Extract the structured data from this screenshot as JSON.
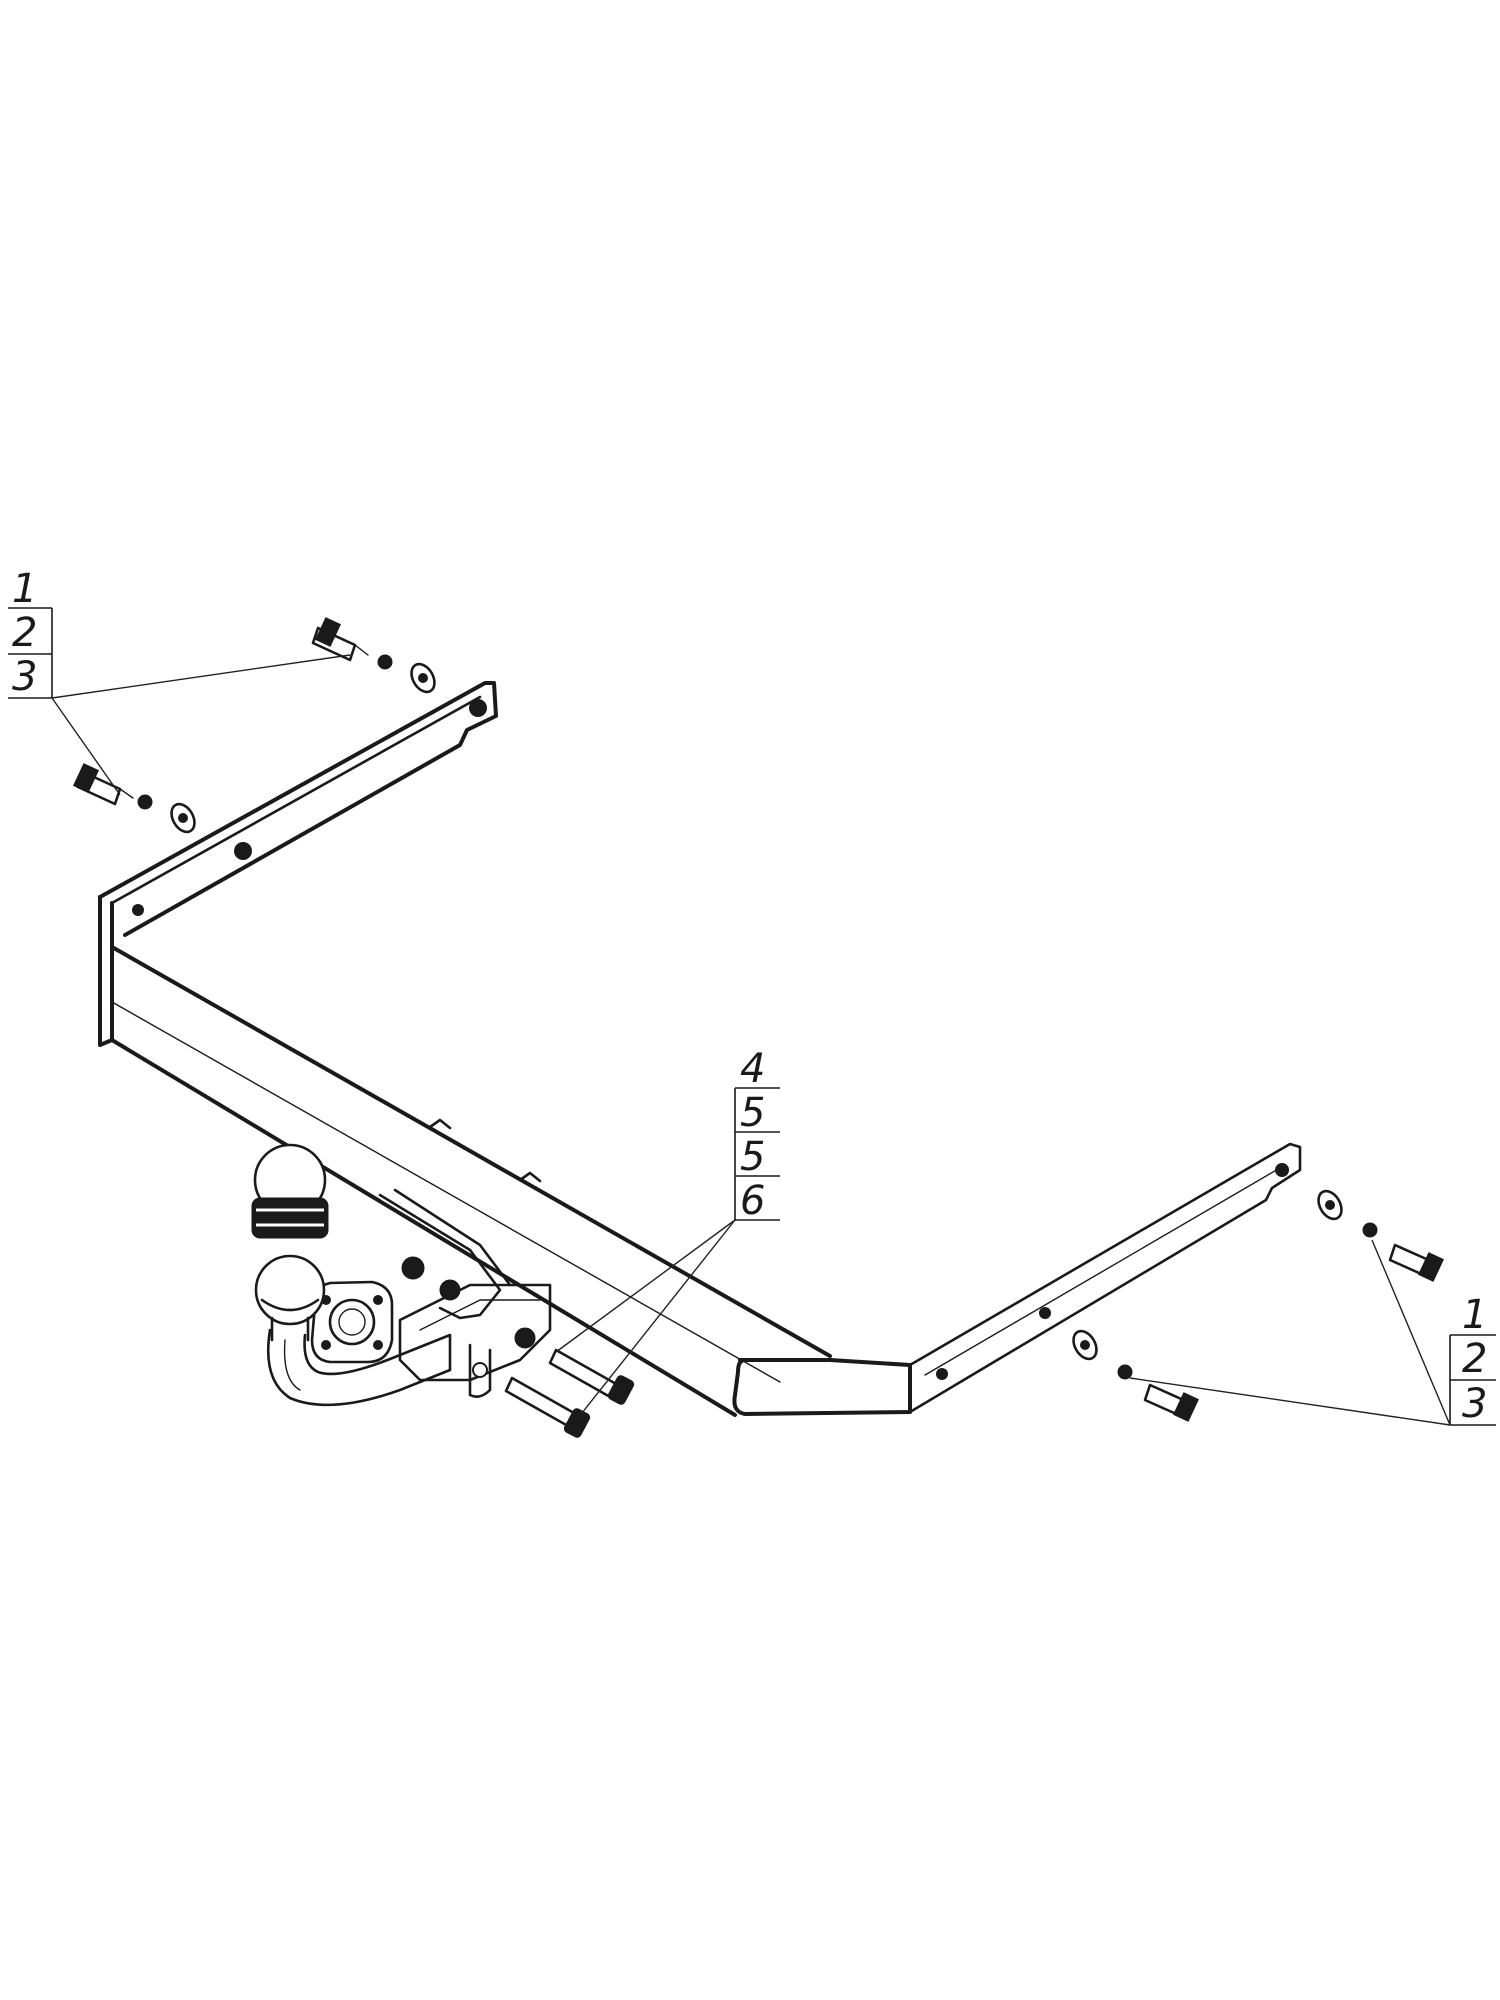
{
  "callouts": {
    "top_left": [
      "1",
      "2",
      "3"
    ],
    "center": [
      "4",
      "5",
      "5",
      "6"
    ],
    "bottom_right": [
      "1",
      "2",
      "3"
    ]
  },
  "colors": {
    "line": "#1a1a1a",
    "background": "#ffffff"
  }
}
